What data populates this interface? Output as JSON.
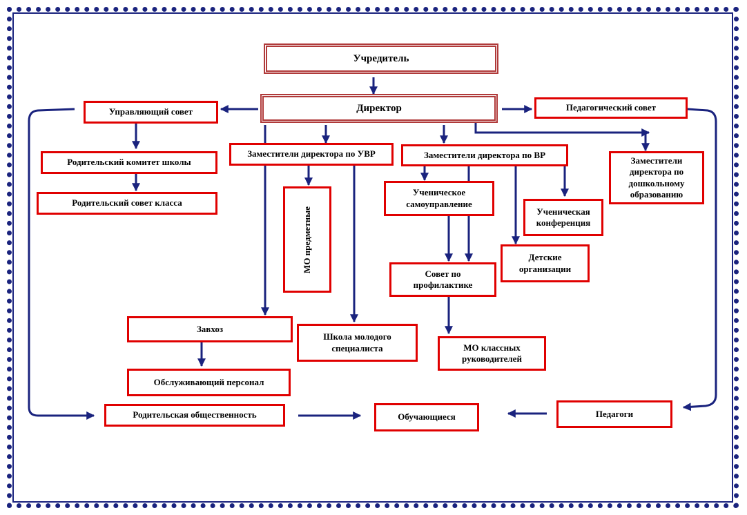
{
  "nodes": {
    "founder": "Учредитель",
    "director": "Директор",
    "governing_council": "Управляющий совет",
    "pedagogical_council": "Педагогический совет",
    "parent_committee": "Родительский комитет школы",
    "parent_class_council": "Родительский совет класса",
    "deputy_uvr": "Заместители директора по УВР",
    "deputy_vr": "Заместители директора по ВР",
    "deputy_preschool": "Заместители директора по дошкольному образованию",
    "mo_subject": "МО предметные",
    "student_government": "Ученическое самоуправление",
    "student_conference": "Ученическая конференция",
    "children_organizations": "Детские организации",
    "prevention_council": "Совет по профилактике",
    "mo_class_teachers": "МО классных руководителей",
    "caretaker": "Завхоз",
    "young_specialist_school": "Школа молодого специалиста",
    "service_staff": "Обслуживающий персонал",
    "parent_community": "Родительская общественность",
    "students": "Обучающиеся",
    "teachers": "Педагоги"
  },
  "colors": {
    "box_border": "#e00000",
    "double_border": "#b03a3a",
    "arrow": "#1a237e"
  }
}
